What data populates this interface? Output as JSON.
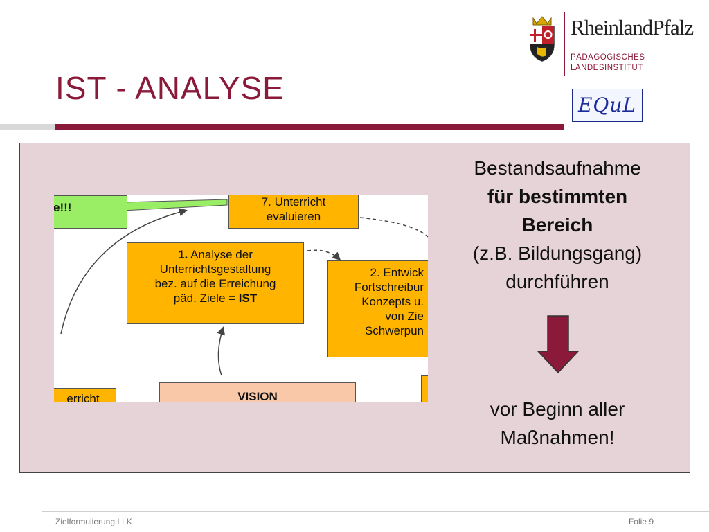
{
  "title": "IST - ANALYSE",
  "logo": {
    "word": "RheinlandPfalz",
    "sub_line1": "PÄDAGOGISCHES",
    "sub_line2": "LANDESINSTITUT",
    "badge": "EQuL"
  },
  "diagram": {
    "green_box": "e!!!",
    "box7_line1": "7. Unterricht",
    "box7_line2": "evaluieren",
    "box1_prefix": "1.",
    "box1_line1": " Analyse der",
    "box1_line2": "Unterrichtsgestaltung",
    "box1_line3": "bez. auf die Erreichung",
    "box1_line4": "päd. Ziele = ",
    "box1_ist": "IST",
    "box2_line1": "2. Entwick",
    "box2_line2": "Fortschreibur",
    "box2_line3": "Konzepts u.",
    "box2_line4": "von Zie",
    "box2_line5": "Schwerpun",
    "box_left_bottom": "erricht",
    "box_vision": "VISION"
  },
  "right_text": {
    "line1": "Bestandsaufnahme",
    "line2": "für bestimmten",
    "line3": "Bereich",
    "line4": "(z.B. Bildungsgang)",
    "line5": "durchführen"
  },
  "bottom_text": {
    "line1": "vor Beginn aller",
    "line2": "Maßnahmen!"
  },
  "footer": {
    "left": "Zielformulierung LLK",
    "right": "Folie 9"
  },
  "colors": {
    "accent": "#8b1a3a",
    "panel": "#e6d3d8",
    "box_orange": "#ffb400",
    "box_green": "#99ee66",
    "box_vision": "#f8c8a8"
  }
}
